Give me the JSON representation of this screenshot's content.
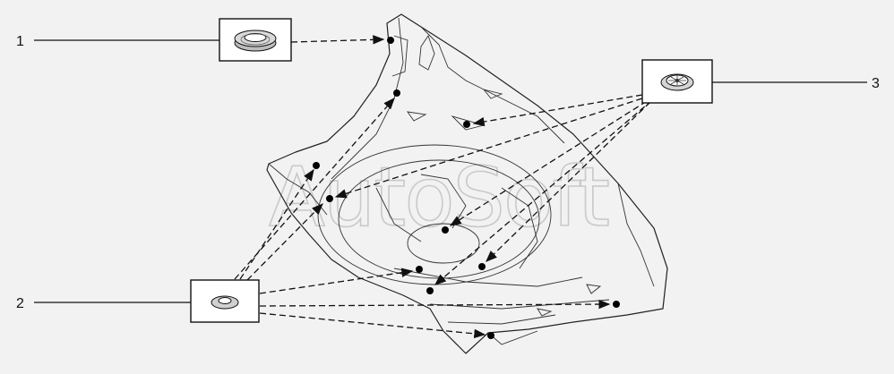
{
  "callouts": [
    {
      "id": "1",
      "label": "1"
    },
    {
      "id": "2",
      "label": "2"
    },
    {
      "id": "3",
      "label": "3"
    }
  ],
  "watermark": "AutoSoft"
}
